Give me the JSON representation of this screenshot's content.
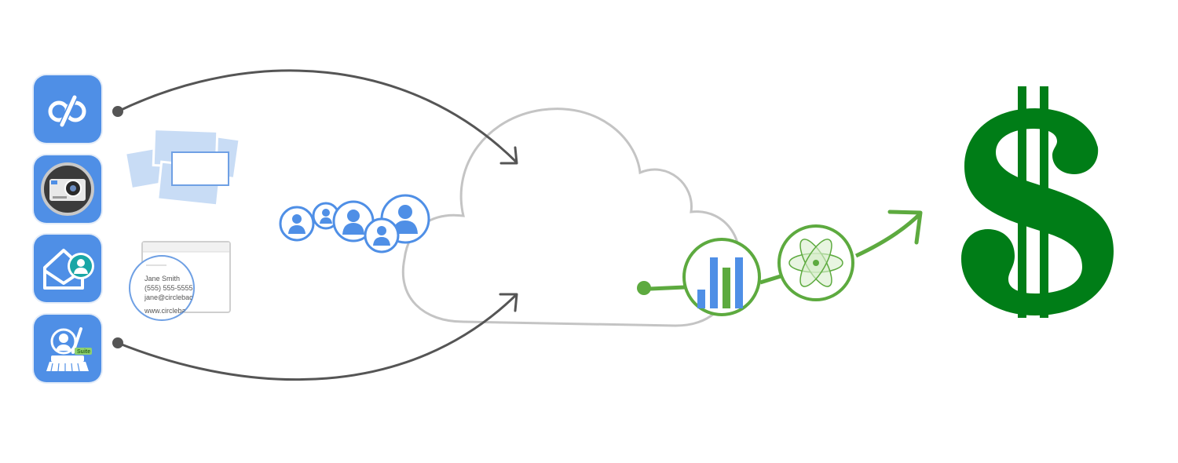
{
  "apps": [
    {
      "name": "circleback-app",
      "icon": "circleback-logo-icon"
    },
    {
      "name": "card-scanner-app",
      "icon": "camera-icon"
    },
    {
      "name": "email-signature-app",
      "icon": "envelope-contact-icon"
    },
    {
      "name": "cleanup-suite-app",
      "icon": "broom-contact-icon",
      "badge": "Suite"
    }
  ],
  "business_card": {
    "name": "Jane Smith",
    "phone": "(555) 555-5555",
    "email": "jane@circleback.c",
    "web": "www.circleba"
  },
  "cloud_icons": [
    "contacts-group-icon",
    "bar-chart-icon",
    "atom-icon"
  ],
  "output": {
    "symbol": "$",
    "icon": "dollar-sign-icon"
  },
  "colors": {
    "app_blue": "#4f8fe6",
    "arrow_dark": "#555555",
    "cloud_outline": "#c4c4c4",
    "green_flow": "#5daa3f",
    "dollar_green": "#007d17",
    "contact_blue": "#4f8fe6",
    "card_blue_fill": "#c8dcf5"
  }
}
